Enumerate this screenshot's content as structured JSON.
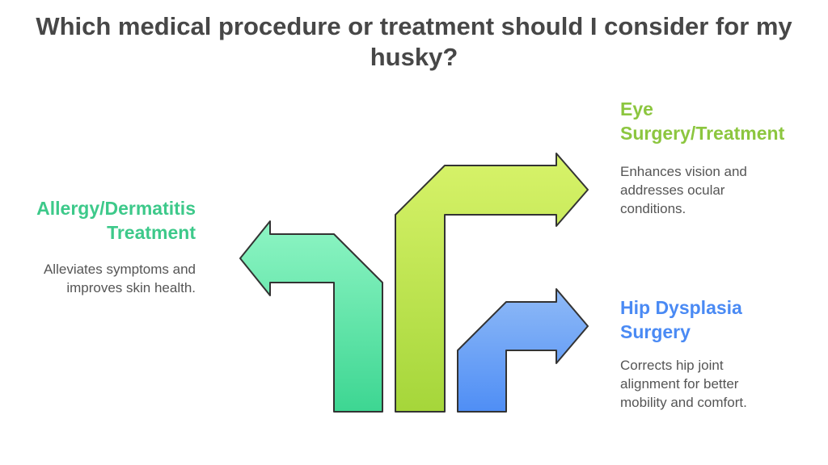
{
  "title": "Which medical procedure or treatment should I consider for my husky?",
  "branches": [
    {
      "id": "allergy",
      "heading": "Allergy/Dermatitis Treatment",
      "description": "Alleviates symptoms and improves skin health.",
      "color": "#3dc98a"
    },
    {
      "id": "eye",
      "heading": "Eye Surgery/Treatment",
      "description": "Enhances vision and addresses ocular conditions.",
      "color": "#8cc63f"
    },
    {
      "id": "hip",
      "heading": "Hip Dysplasia Surgery",
      "description": "Corrects hip joint alignment for better mobility and comfort.",
      "color": "#4a8af4"
    }
  ],
  "colors": {
    "title_text": "#474747",
    "description_text": "#555555",
    "arrow_stroke": "#333333",
    "allergy_fill_top": "#8ef5c4",
    "allergy_fill_bottom": "#3dd692",
    "eye_fill_top": "#d8f36a",
    "eye_fill_bottom": "#a5d63a",
    "hip_fill_top": "#8fbaf7",
    "hip_fill_bottom": "#4f8ef5"
  },
  "icons": [
    "arrow-left-turn",
    "arrow-right-turn-tall",
    "arrow-right-turn-short"
  ]
}
